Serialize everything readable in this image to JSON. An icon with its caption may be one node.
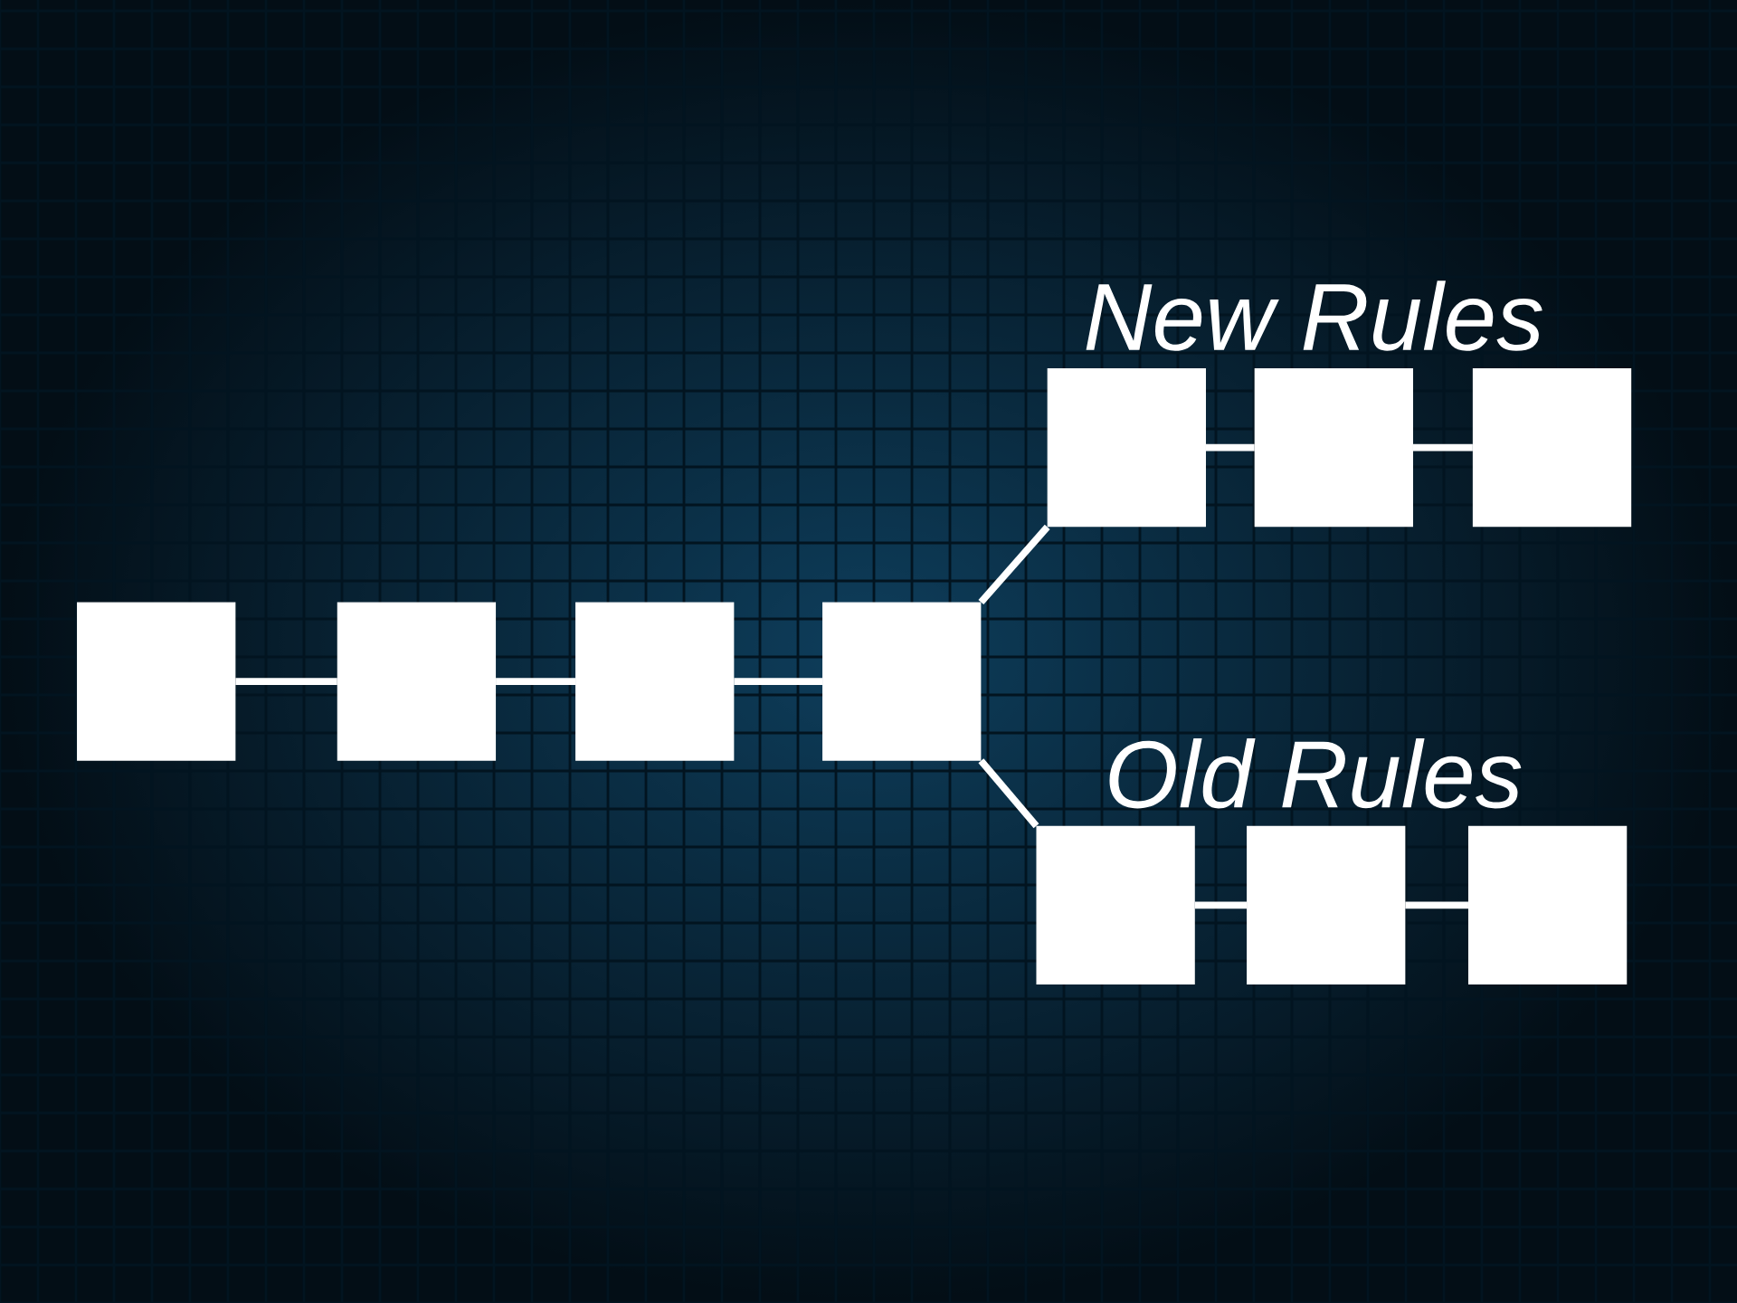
{
  "diagram": {
    "nodes": [
      {
        "text": [],
        "shape": "box"
      },
      {
        "text": [],
        "shape": "box"
      },
      {
        "text": [],
        "shape": "box"
      },
      {
        "text": [],
        "shape": "box"
      },
      {
        "text": [],
        "shape": "box"
      },
      {
        "text": [],
        "shape": "box"
      },
      {
        "text": [],
        "shape": "box"
      },
      {
        "text": [],
        "shape": "box"
      },
      {
        "text": [],
        "shape": "box"
      },
      {
        "text": [],
        "shape": "box"
      }
    ],
    "edges": [
      {
        "from": 0,
        "to": 1,
        "arrow": "none"
      },
      {
        "from": 1,
        "to": 2,
        "arrow": "none"
      },
      {
        "from": 2,
        "to": 3,
        "arrow": "none"
      },
      {
        "from": 3,
        "to": 4,
        "arrow": "none"
      },
      {
        "from": 3,
        "to": 7,
        "arrow": "none"
      },
      {
        "from": 4,
        "to": 5,
        "arrow": "none"
      },
      {
        "from": 5,
        "to": 6,
        "arrow": "none"
      },
      {
        "from": 7,
        "to": 8,
        "arrow": "none"
      },
      {
        "from": 8,
        "to": 9,
        "arrow": "none"
      }
    ],
    "labels": [
      "New Rules",
      "Old Rules"
    ]
  }
}
